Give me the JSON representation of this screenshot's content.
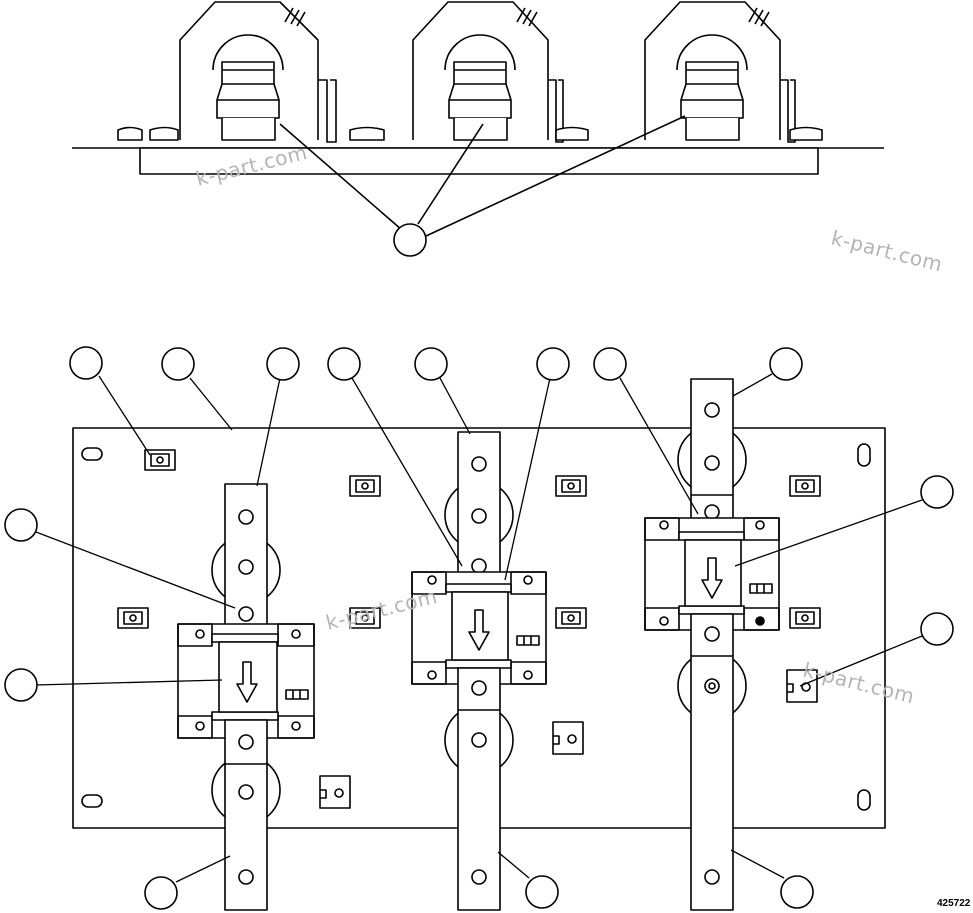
{
  "figure_number": "425722",
  "watermark": "k-part.com",
  "colors": {
    "line": "#000000",
    "paper": "#ffffff",
    "watermark": "#b4b4b4"
  },
  "callouts": {
    "top_view": [
      "callout-1"
    ],
    "bottom_view": [
      "callout-1",
      "callout-2",
      "callout-3",
      "callout-4",
      "callout-5",
      "callout-6",
      "callout-7",
      "callout-8",
      "callout-9",
      "callout-10",
      "callout-11",
      "callout-12",
      "callout-13",
      "callout-14",
      "callout-15"
    ]
  },
  "views": {
    "top": "side view of three current sensors on busbars",
    "bottom": "plan view of mounting plate with three busbars and current sensors"
  }
}
